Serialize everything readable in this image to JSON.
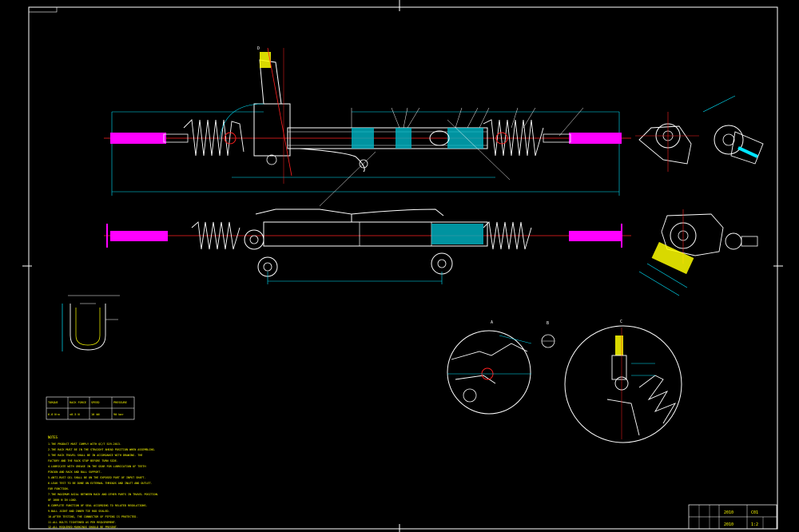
{
  "drawing": {
    "detail_labels": [
      "A",
      "B",
      "C",
      "D"
    ],
    "table_headers": [
      "TORQUE",
      "RACK FORCE",
      "SPEED",
      "PRESSURE"
    ],
    "table_values": [
      "6.6 N·m",
      "±0.5 N",
      "10 kN",
      "90 bar"
    ],
    "notes_title": "NOTES",
    "notes": [
      "1.THE PRODUCT MUST COMPLY WITH QC/T 529-2013.",
      "2.THE RACK MUST BE IN THE STRAIGHT AHEAD POSITION WHEN ASSEMBLING.",
      "3.THE RACK TRAVEL SHALL BE IN ACCORDANCE WITH DRAWING. THE",
      "  FACTORY AND THE RACK STOP BEFORE TURN SIDE.",
      "4.LUBRICATE WITH GREASE IN THE GEAR FOR LUBRICATION OF TEETH",
      "  PINION AND RACK AND BALL SUPPORT.",
      "5.ANTI-RUST OIL SHALL BE ON THE EXPOSED PART OF INPUT SHAFT.",
      "6.LEAK TEST TO BE DONE ON EXTERNAL THREADS AND INLET AND OUTLET.",
      "  FOR FUNCTION.",
      "7.THE MAXIMUM AXIAL BETWEEN RACK AND OTHER PARTS IN TRAVEL POSITION.",
      "  OF 1000 N IN LOAD.",
      "8.COMPLETE FUNCTION OF SEAL ACCORDING TO RELATED REGULATIONS.",
      "9.BALL JOINT AND INNER TIE ROD SEALED.",
      "10.AFTER TESTING, THE CONNECTOR OF PIPING IS PROTECTED.",
      "11.ALL BOLTS TIGHTENED AS PER REQUIREMENT.",
      "12.ALL REQUIRED MARKINGS SHOULD BE PRESENT."
    ],
    "title_block": [
      "2010",
      "2010",
      "C01",
      "1:2"
    ]
  }
}
